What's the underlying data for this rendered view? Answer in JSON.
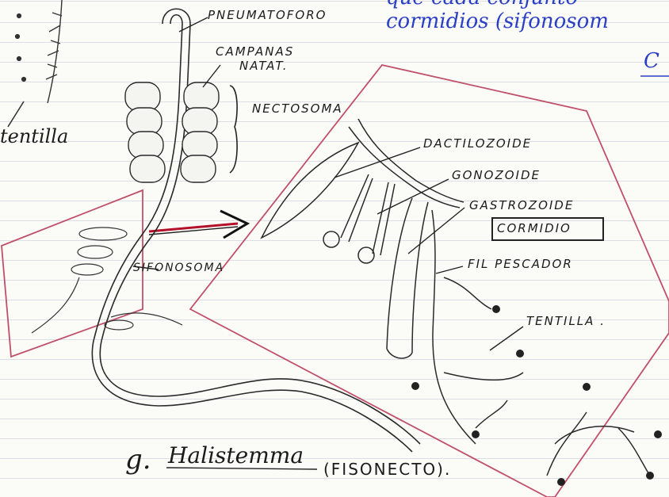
{
  "labels": {
    "pneumatoforo": "PNEUMATOFORO",
    "campanas_1": "CAMPANAS",
    "campanas_2": "NATAT.",
    "nectosoma": "NECTOSOMA",
    "dactilozoide": "DACTILOZOIDE",
    "gonozoide": "GONOZOIDE",
    "gastrozoide": "GASTROZOIDE",
    "cormidio": "CORMIDIO",
    "fil_pescador": "FIL PESCADOR",
    "tentilla_right": "TENTILLA .",
    "tentilla_left": "tentilla",
    "sifonosoma": "SIFONOSOMA"
  },
  "top_note": {
    "line1": "que cada conjunto",
    "line2": "cormidios (sifonosom",
    "line3": "C"
  },
  "caption": {
    "letter": "g.",
    "genus": "Halistemma",
    "group": "(FISONECTO)."
  },
  "colors": {
    "ink": "#1b1b1b",
    "note_blue": "#2b3fc4",
    "frame_red": "#c0506a",
    "arrow_red": "#b3122a"
  }
}
